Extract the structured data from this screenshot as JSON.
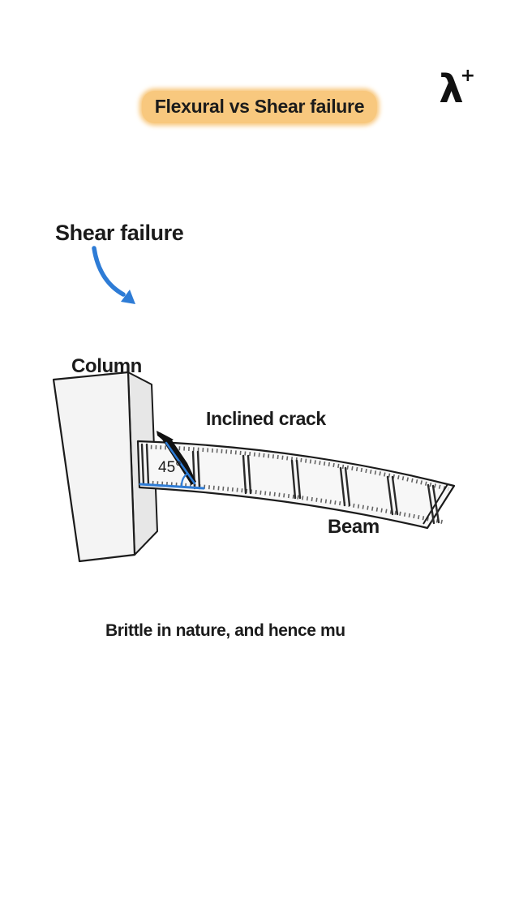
{
  "header": {
    "title": "Flexural vs Shear failure",
    "logo_lambda": "λ",
    "logo_plus": "+"
  },
  "labels": {
    "shear_failure": "Shear failure",
    "column": "Column",
    "inclined_crack": "Inclined crack",
    "angle": "45°",
    "beam": "Beam"
  },
  "caption": {
    "text": "Brittle in nature, and hence mu"
  },
  "colors": {
    "highlight_orange": "#f8c87e",
    "accent_blue": "#2e7cd6",
    "ink": "#1b1b1b",
    "column_fill": "#f4f4f4",
    "column_side_fill": "#e7e7e7",
    "beam_fill": "#f7f7f7"
  }
}
